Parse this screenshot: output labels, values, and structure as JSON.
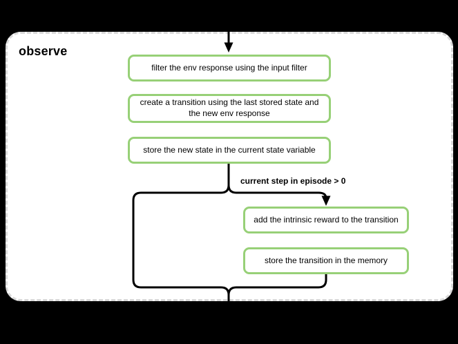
{
  "title": "observe",
  "condition_label": "current step in episode > 0",
  "nodes": [
    {
      "label": "filter the env response using the input filter"
    },
    {
      "label": "create a transition using the last stored state and the new env response"
    },
    {
      "label": "store the new state in the current state variable"
    },
    {
      "label": "add the intrinsic reward to the transition"
    },
    {
      "label": "store the transition in the memory"
    }
  ],
  "colors": {
    "background": "#000000",
    "panel_bg": "#ffffff",
    "panel_border": "#d9d9d9",
    "node_border": "#97d077",
    "line": "#000000",
    "text": "#000000"
  }
}
